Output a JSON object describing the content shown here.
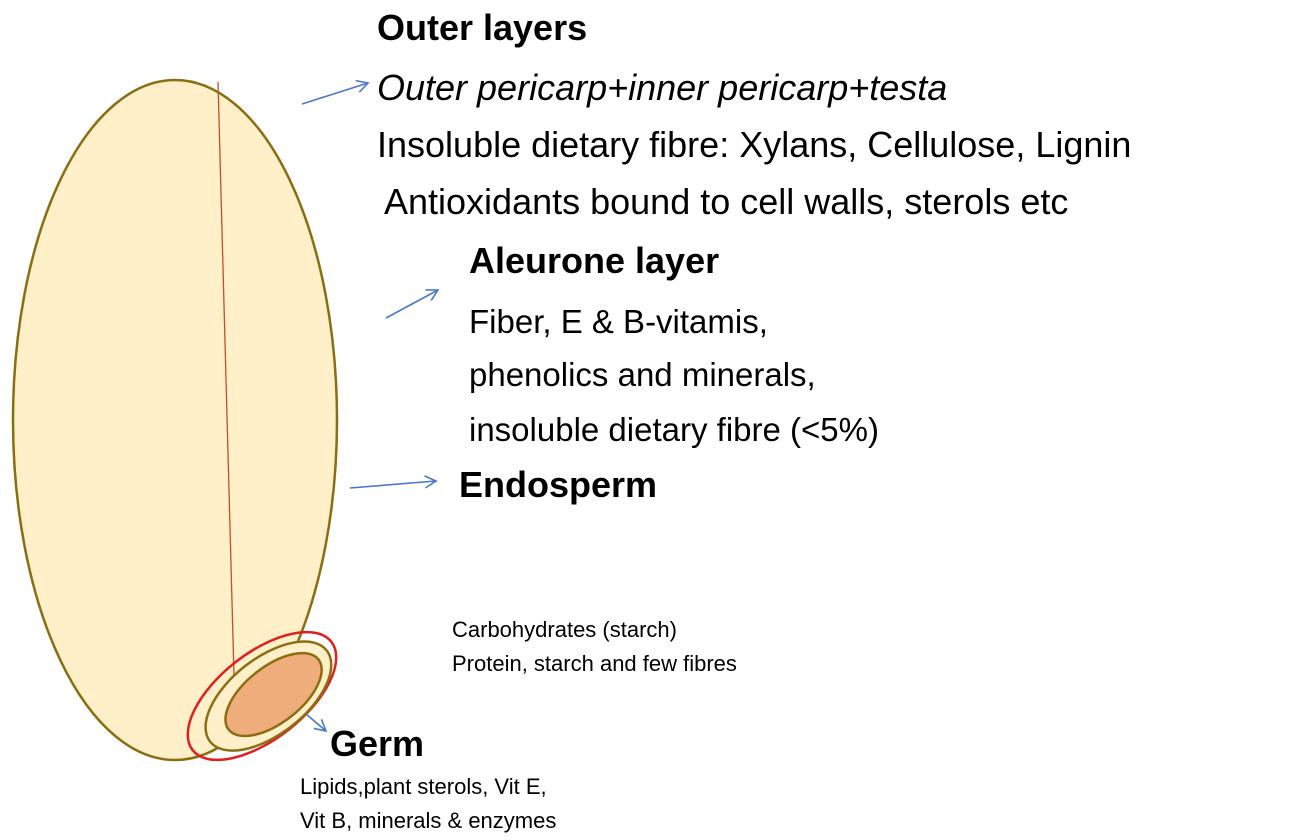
{
  "colors": {
    "grain_fill": "#fff0c9",
    "grain_outline": "#8b6d12",
    "crease_line": "#c0502a",
    "germ_outer_outline": "#e02020",
    "germ_mid_fill": "#fff0c9",
    "germ_mid_outline": "#8b6d12",
    "germ_inner_fill": "#f0ad7c",
    "germ_inner_outline": "#8b6d12",
    "arrow": "#4a78c8",
    "text": "#000000"
  },
  "outer_layers": {
    "title": "Outer layers",
    "line1": "Outer pericarp+inner pericarp+testa",
    "line2": "Insoluble dietary fibre: Xylans, Cellulose, Lignin",
    "line3": "Antioxidants bound to cell walls, sterols etc"
  },
  "aleurone": {
    "title": "Aleurone layer",
    "line1": "Fiber, E & B-vitamis,",
    "line2": "phenolics and minerals,",
    "line3": "insoluble dietary fibre (<5%)"
  },
  "endosperm": {
    "title": "Endosperm",
    "line1": "Carbohydrates (starch)",
    "line2": "Protein, starch and few fibres"
  },
  "germ": {
    "title": "Germ",
    "line1": "Lipids,plant sterols, Vit E,",
    "line2": "Vit B,  minerals & enzymes"
  }
}
